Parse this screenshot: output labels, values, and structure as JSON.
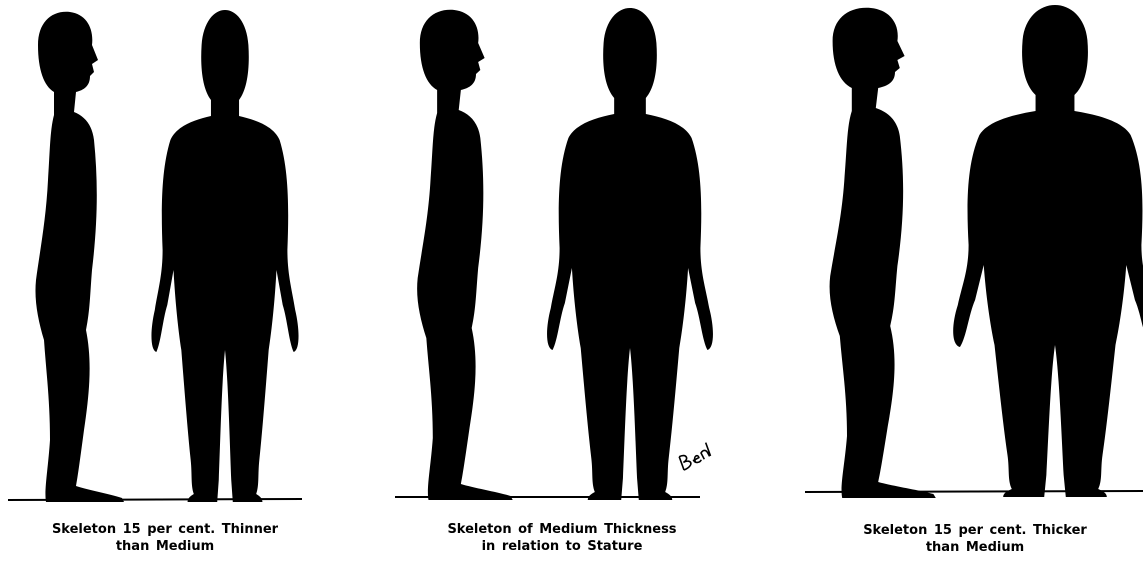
{
  "colors": {
    "silhouette": "#000000",
    "background": "#ffffff"
  },
  "panels": [
    {
      "id": "thinner",
      "caption_line1": "Skeleton 15 per cent. Thinner",
      "caption_line2": "than Medium"
    },
    {
      "id": "medium",
      "caption_line1": "Skeleton of Medium Thickness",
      "caption_line2": "in relation to Stature",
      "signature": "Ben"
    },
    {
      "id": "thicker",
      "caption_line1": "Skeleton 15 per cent. Thicker",
      "caption_line2": "than Medium"
    }
  ]
}
